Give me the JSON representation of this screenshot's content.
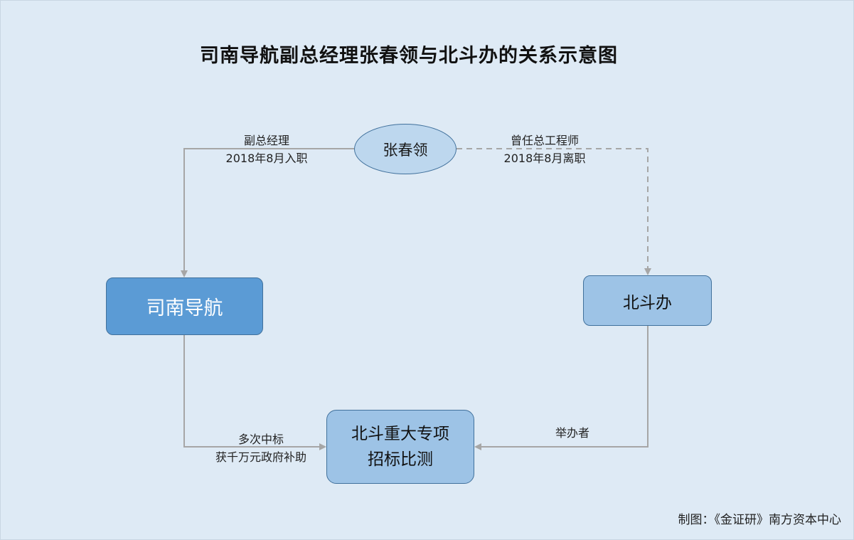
{
  "title": "司南导航副总经理张春领与北斗办的关系示意图",
  "nodes": {
    "person": "张春领",
    "company": "司南导航",
    "office": "北斗办",
    "project_line1": "北斗重大专项",
    "project_line2": "招标比测"
  },
  "edges": {
    "person_to_company": {
      "line1": "副总经理",
      "line2": "2018年8月入职"
    },
    "person_to_office": {
      "line1": "曾任总工程师",
      "line2": "2018年8月离职"
    },
    "company_to_project": {
      "line1": "多次中标",
      "line2": "获千万元政府补助"
    },
    "office_to_project": {
      "line1": "举办者"
    }
  },
  "credit": "制图：《金证研》南方资本中心",
  "colors": {
    "background": "#deeaf5",
    "connector": "#a6a6a6",
    "company_fill": "#5b9bd5",
    "office_fill": "#9dc3e6",
    "person_fill": "#bdd7ee"
  }
}
